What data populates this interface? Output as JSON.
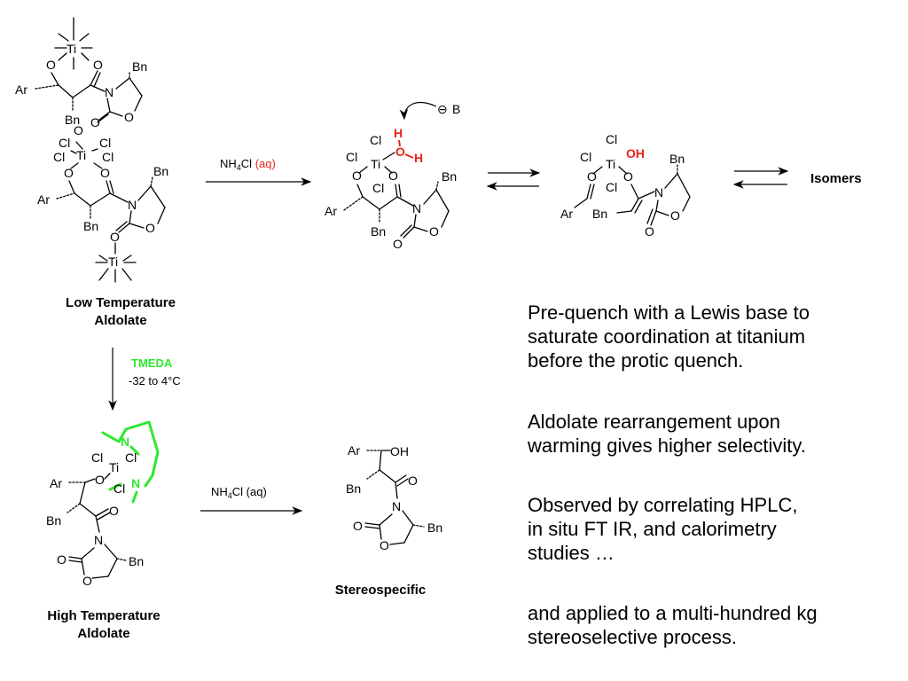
{
  "labels": {
    "low_temp_line1": "Low Temperature",
    "low_temp_line2": "Aldolate",
    "high_temp_line1": "High Temperature",
    "high_temp_line2": "Aldolate",
    "stereospecific": "Stereospecific",
    "isomers": "Isomers"
  },
  "conditions": {
    "quench1_prefix": "NH",
    "quench1_sub": "4",
    "quench1_mid": "Cl ",
    "quench1_aq": "(aq)",
    "quench2": "NH",
    "quench2_sub": "4",
    "quench2_rest": "Cl (aq)",
    "tmeda": "TMEDA",
    "temp": "-32 to 4°C"
  },
  "atoms": {
    "ti": "Ti",
    "o": "O",
    "cl": "Cl",
    "n": "N",
    "ar": "Ar",
    "bn": "Bn",
    "h": "H",
    "oh": "OH",
    "b": "B",
    "minus": "⊖"
  },
  "notes": [
    {
      "line1": "Pre-quench with a Lewis base to",
      "line2": "saturate coordination at titanium",
      "line3": "before the protic quench."
    },
    {
      "line1": "Aldolate rearrangement upon",
      "line2": "warming gives higher selectivity."
    },
    {
      "line1": "Observed by correlating HPLC,",
      "line2": "in situ FT IR, and calorimetry",
      "line3": "studies …"
    },
    {
      "line1": "and applied to a multi-hundred kg",
      "line2": "stereoselective process."
    }
  ],
  "colors": {
    "highlight_red": "#e8241c",
    "highlight_green": "#2ee82e"
  }
}
